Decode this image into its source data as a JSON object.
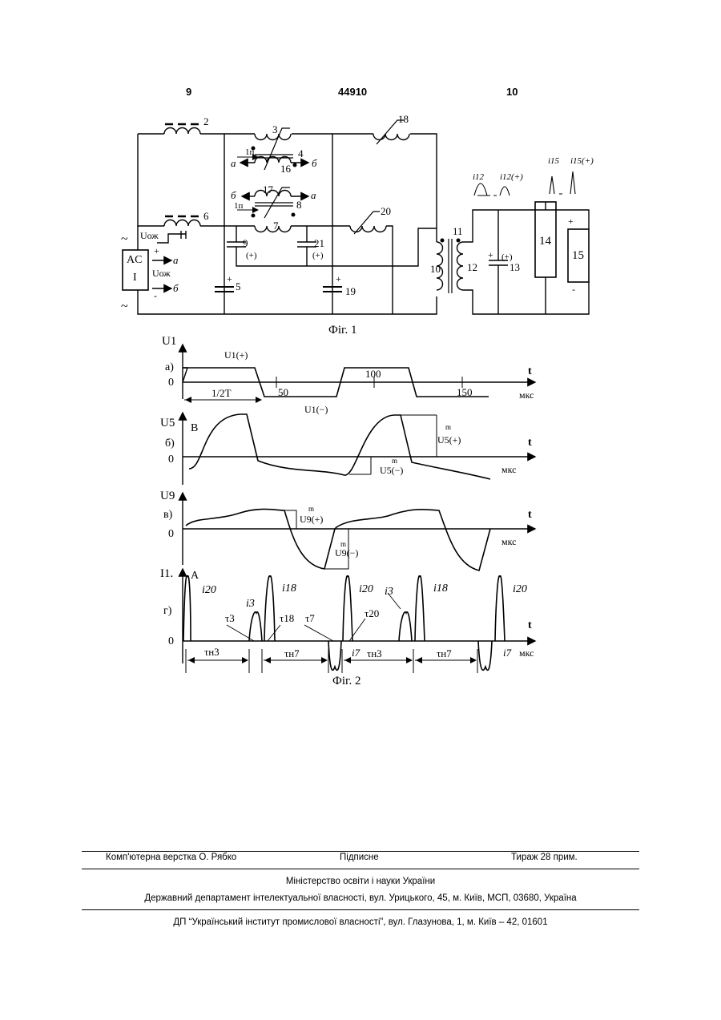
{
  "header": {
    "page_left": "9",
    "patent_number": "44910",
    "page_right": "10"
  },
  "fig1": {
    "caption": "Фіг. 1",
    "labels": {
      "n2": "2",
      "n3": "3",
      "n4": "4",
      "n16": "16",
      "n18": "18",
      "n17": "17",
      "n8": "8",
      "n7": "7",
      "n6": "6",
      "n20": "20",
      "n9": "9",
      "n21": "21",
      "n5": "5",
      "n19": "19",
      "n10": "10",
      "n11": "11",
      "n12": "12",
      "n13": "13",
      "n14": "14",
      "n15": "15",
      "ac": "AC",
      "one": "I",
      "uoj1": "Uож",
      "uoj2": "Uож",
      "a1": "а",
      "b1": "б",
      "a2": "а",
      "b2": "б",
      "a3": "а",
      "b3": "б",
      "in1": "1п",
      "in2": "1п",
      "plus_paren": "(+)",
      "plus": "+",
      "minus": "-",
      "tilde": "~",
      "i12": "i12",
      "i12p": "i12(+)",
      "i15": "i15",
      "i15p": "i15(+)"
    }
  },
  "fig2": {
    "caption": "Фіг. 2",
    "a": {
      "ylabel": "U1",
      "panel": "а)",
      "zero": "0",
      "t": "t",
      "unit": "мкс",
      "upos": "U1(+)",
      "uneg": "U1(−)",
      "half_period": "1/2T",
      "ticks": [
        "50",
        "100",
        "150"
      ]
    },
    "b": {
      "ylabel": "U5",
      "yunit": "B",
      "panel": "б)",
      "zero": "0",
      "t": "t",
      "unit": "мкс",
      "um": "m",
      "upos": "U5(+)",
      "uneg": "U5(−)"
    },
    "c": {
      "ylabel": "U9",
      "panel": "в)",
      "zero": "0",
      "t": "t",
      "unit": "мкс",
      "um": "m",
      "upos": "U9(+)",
      "uneg": "U9(−)"
    },
    "d": {
      "ylabel": "I1.",
      "yunit": "A",
      "panel": "г)",
      "zero": "0",
      "t": "t",
      "unit": "мкс",
      "i20": "i20",
      "i3": "i3",
      "i18": "i18",
      "i7": "i7",
      "tau3": "τ3",
      "tau18": "τ18",
      "tau7": "τ7",
      "tau20": "τ20",
      "tn3": "τн3",
      "tn7": "τн7"
    }
  },
  "footer": {
    "layout": "Комп'ютерна верстка О. Рябко",
    "signed": "Підписне",
    "print_run": "Тираж 28 прим.",
    "ministry": "Міністерство освіти і науки України",
    "department": "Державний департамент інтелектуальної власності, вул. Урицького, 45, м. Київ, МСП, 03680, Україна",
    "institute": "ДП “Український інститут промислової власності”, вул. Глазунова, 1, м. Київ – 42, 01601"
  }
}
